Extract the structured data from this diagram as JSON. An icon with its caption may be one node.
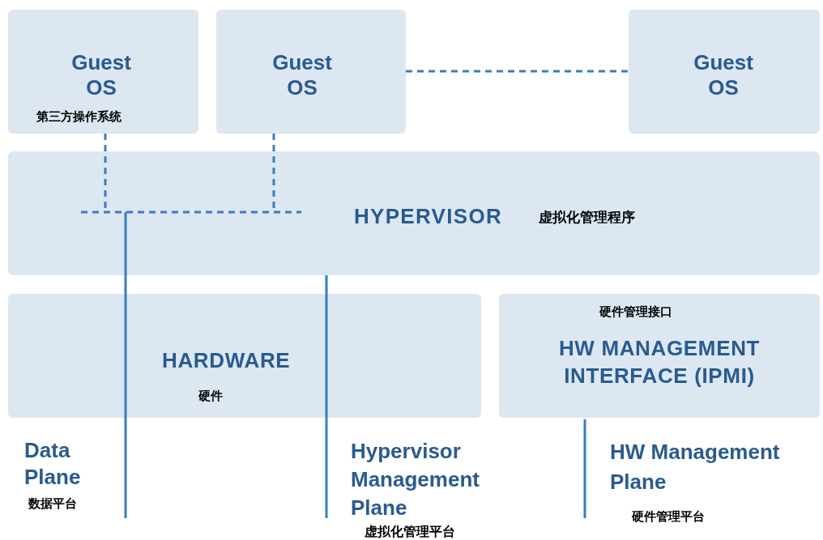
{
  "diagram": {
    "nodes": [
      {
        "text": [
          "Guest OS",
          "第三方操作系统"
        ]
      },
      {
        "text": [
          "Guest OS"
        ]
      },
      {
        "text": [
          "Guest OS"
        ]
      },
      {
        "text": [
          "HYPERVISOR",
          "虚拟化管理程序"
        ]
      },
      {
        "text": [
          "HARDWARE",
          "硬件"
        ]
      },
      {
        "text": [
          "硬件管理接口",
          "HW MANAGEMENT INTERFACE (IPMI)"
        ]
      },
      {
        "text": [
          "Data Plane",
          "数据平台"
        ]
      },
      {
        "text": [
          "Hypervisor Management Plane",
          "虚拟化管理平台"
        ]
      },
      {
        "text": [
          "HW Management Plane",
          "硬件管理平台"
        ]
      }
    ],
    "edges": [
      {
        "from": 0,
        "to": 3,
        "arrow": "none",
        "style": "dashed"
      },
      {
        "from": 1,
        "to": 3,
        "arrow": "none",
        "style": "dashed"
      },
      {
        "from": 1,
        "to": 2,
        "arrow": "none",
        "style": "dashed"
      },
      {
        "from": 6,
        "to": 4,
        "arrow": "none"
      },
      {
        "from": 4,
        "to": 3,
        "arrow": "none"
      },
      {
        "from": 7,
        "to": 4,
        "arrow": "none"
      },
      {
        "from": 4,
        "to": 3,
        "arrow": "none"
      },
      {
        "from": 8,
        "to": 5,
        "arrow": "none"
      }
    ]
  }
}
